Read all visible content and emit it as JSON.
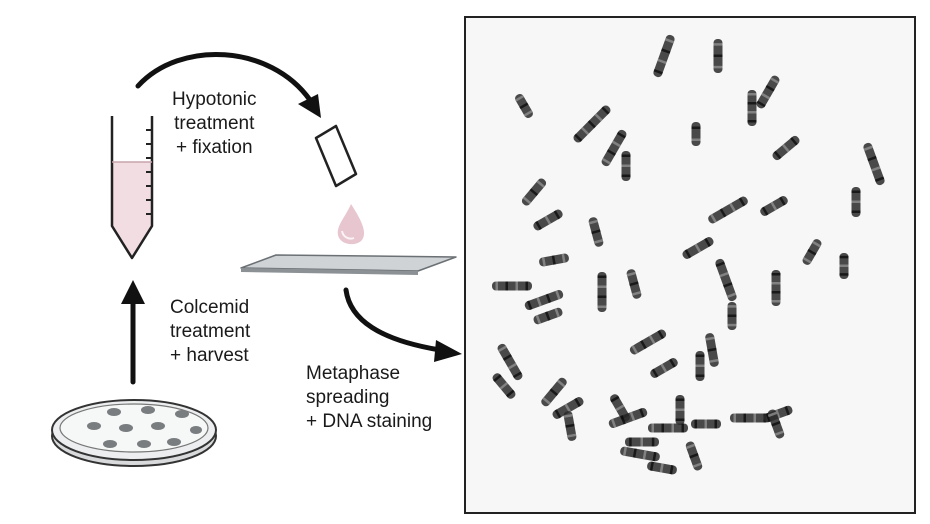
{
  "labels": {
    "hypotonic": [
      "Hypotonic",
      "treatment",
      "+ fixation"
    ],
    "colcemid": [
      "Colcemid",
      "treatment",
      "+ harvest"
    ],
    "metaphase": [
      "Metaphase",
      "spreading",
      "+ DNA staining"
    ]
  },
  "colors": {
    "arrow": "#111111",
    "liquid": "#f2dde2",
    "drop": "#e7c6cf",
    "slide": "#cfd3d6",
    "chromosome": "#2a2a2a",
    "micrograph_bg": "#f7f7f7"
  },
  "icons": [
    "centrifuge-tube-icon",
    "petri-dish-icon",
    "coverslip-icon",
    "droplet-icon",
    "glass-slide-icon"
  ]
}
